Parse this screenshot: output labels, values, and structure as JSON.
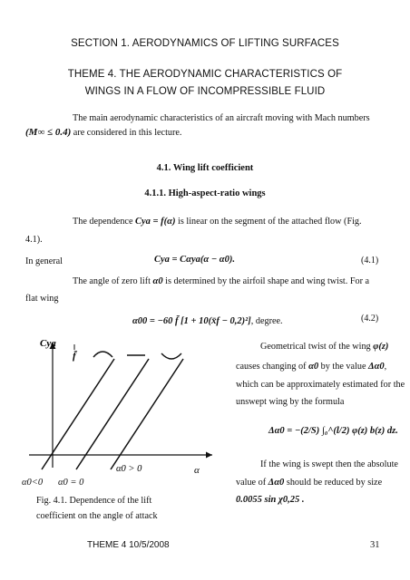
{
  "header": {
    "section_title": "SECTION 1. AERODYNAMICS OF LIFTING SURFACES",
    "theme_line1": "THEME 4. THE AERODYNAMIC CHARACTERISTICS OF",
    "theme_line2": "WINGS IN A FLOW OF INCOMPRESSIBLE FLUID"
  },
  "intro": {
    "line1": "The main aerodynamic characteristics of an aircraft moving with Mach numbers",
    "cond": "(M∞ ≤ 0.4)",
    "line2_rest": "are considered in this lecture."
  },
  "headings": {
    "h1": "4.1. Wing lift coefficient",
    "h2": "4.1.1. High-aspect-ratio wings"
  },
  "para1": {
    "text_before": "The dependence",
    "formula": "Cya = f(α)",
    "text_after": "is linear on the segment of the attached flow (Fig.",
    "line2": "4.1)."
  },
  "eq41": {
    "label": "In general",
    "formula": "Cya = Cαya(α − α0).",
    "number": "(4.1)"
  },
  "para2": {
    "text_before": "The angle of zero lift",
    "symbol": "α0",
    "text_after": "is determined by the airfoil shape and wing twist. For a",
    "line2": "flat wing"
  },
  "eq42": {
    "formula": "α00 = −60 f̄ [1 + 10(x̄f − 0,2)²]",
    "unit": ", degree.",
    "number": "(4.2)"
  },
  "right_col": {
    "l1_before": "Geometrical twist of the wing",
    "l1_sym": "φ(z)",
    "l2_before": "causes changing of",
    "l2_sym1": "α0",
    "l2_mid": "by the value",
    "l2_sym2": "Δα0",
    "l2_end": ",",
    "l3": "which can be approximately estimated for the",
    "l4": "unswept wing by the formula",
    "eq": "Δα0 = −(2/S) ∫₀^(l/2) φ(z) b(z) dz.",
    "l5": "If the wing is swept then the absolute",
    "l6_before": "value of",
    "l6_sym": "Δα0",
    "l6_after": "should be reduced by size",
    "l7": "0.0055 sin χ0,25 ."
  },
  "figure": {
    "y_label": "Cya",
    "f_label": "f̄",
    "x_label": "α",
    "label_pos": "α0 > 0",
    "label_neg": "α0<0",
    "label_zero": "α0 = 0",
    "caption_line1": "Fig. 4.1. Dependence of the lift",
    "caption_line2": "coefficient on the angle of attack"
  },
  "footer": {
    "left": "THEME 4 10/5/2008",
    "page": "31"
  }
}
